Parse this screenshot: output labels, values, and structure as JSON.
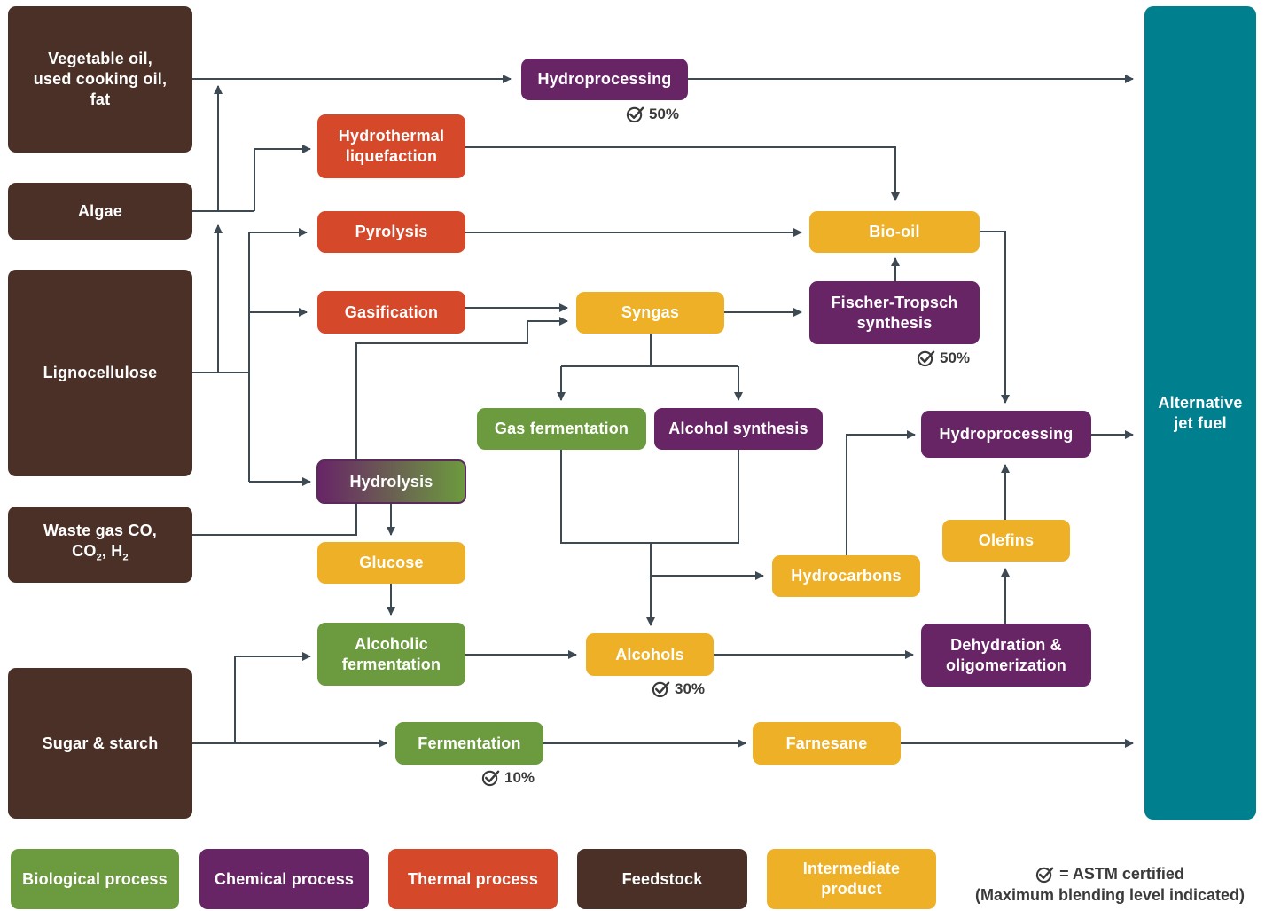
{
  "feedstocks": {
    "vegetable_oil": "Vegetable oil,\nused cooking oil,\nfat",
    "algae": "Algae",
    "lignocellulose": "Lignocellulose",
    "waste_gas_prefix": "Waste gas CO,",
    "waste_gas_co": "CO",
    "waste_gas_co_sub": "2",
    "waste_gas_h": ", H",
    "waste_gas_h_sub": "2",
    "sugar_starch": "Sugar & starch"
  },
  "processes": {
    "hydroprocessing_top": "Hydroprocessing",
    "hydrothermal": "Hydrothermal\nliquefaction",
    "pyrolysis": "Pyrolysis",
    "gasification": "Gasification",
    "hydrolysis": "Hydrolysis",
    "fischer_tropsch": "Fischer-Tropsch\nsynthesis",
    "gas_fermentation": "Gas fermentation",
    "alcohol_synthesis": "Alcohol synthesis",
    "hydroprocessing_mid": "Hydroprocessing",
    "alcoholic_fermentation": "Alcoholic\nfermentation",
    "dehydration": "Dehydration &\noligomerization",
    "fermentation": "Fermentation"
  },
  "intermediates": {
    "bio_oil": "Bio-oil",
    "syngas": "Syngas",
    "glucose": "Glucose",
    "hydrocarbons": "Hydrocarbons",
    "olefins": "Olefins",
    "alcohols": "Alcohols",
    "farnesane": "Farnesane"
  },
  "target": "Alternative\njet fuel",
  "certifications": {
    "hydroprocessing": "50%",
    "fischer_tropsch": "50%",
    "alcohols": "30%",
    "fermentation": "10%"
  },
  "legend": {
    "biological": "Biological process",
    "chemical": "Chemical process",
    "thermal": "Thermal process",
    "feedstock": "Feedstock",
    "intermediate": "Intermediate\nproduct",
    "astm_line1": "= ASTM certified",
    "astm_line2": "(Maximum blending level indicated)"
  },
  "colors": {
    "feedstock": "#4a3027",
    "chemical": "#682566",
    "thermal": "#d5482a",
    "biological": "#6c9a3e",
    "intermediate": "#eeb027",
    "target": "#00808f",
    "connector": "#3e4a53"
  },
  "icons": {
    "certified": "check-badge-icon"
  }
}
